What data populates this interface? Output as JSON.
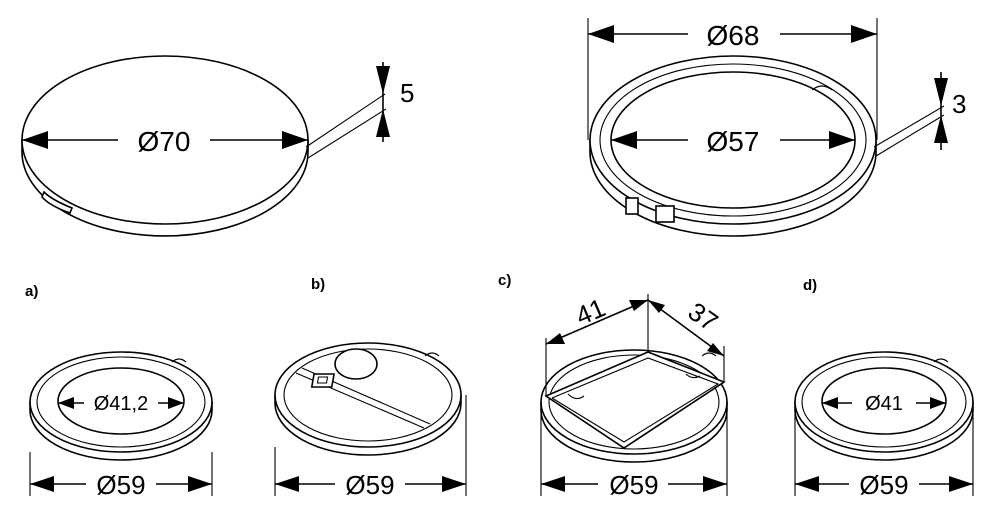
{
  "top": {
    "cover_diameter": "Ø70",
    "cover_height": "5",
    "ring_outer_diameter": "Ø68",
    "ring_inner_diameter": "Ø57",
    "ring_height": "3"
  },
  "variants": [
    {
      "label": "a)",
      "inner": "Ø41,2",
      "outer": "Ø59"
    },
    {
      "label": "b)",
      "outer": "Ø59"
    },
    {
      "label": "c)",
      "width": "41",
      "depth": "37",
      "outer": "Ø59"
    },
    {
      "label": "d)",
      "inner": "Ø41",
      "outer": "Ø59"
    }
  ]
}
